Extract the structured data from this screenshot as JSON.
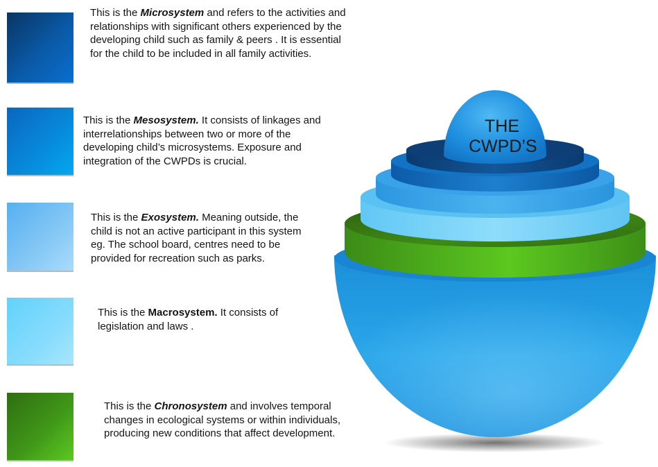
{
  "blocks": [
    {
      "id": "micro",
      "color": "#0a4f95",
      "prefix": "This is the ",
      "term": "Microsystem",
      "body": " and refers to the activities and relationships with significant others experienced by the developing child such as family & peers . It is essential for the child to be included in all family activities."
    },
    {
      "id": "meso",
      "color": "#0a86d6",
      "prefix": "This is the ",
      "term": "Mesosystem.",
      "body": "  It consists of linkages and interrelationships between two or more of the developing child’s microsystems.  Exposure and integration of the CWPDs is crucial."
    },
    {
      "id": "exo",
      "color": "#7fc3f4",
      "prefix": "This is the ",
      "term": "Exosystem.",
      "body": " Meaning outside, the child is not an active participant in this system eg. The school board, centres need to be provided for recreation such as parks."
    },
    {
      "id": "macro",
      "color": "#86dcfc",
      "prefix": "This is the ",
      "term": "Macrosystem.",
      "body": " It consists of legislation and laws ."
    },
    {
      "id": "chrono",
      "color": "#43a01a",
      "prefix": "This is the ",
      "term": "Chronosystem",
      "body": " and involves temporal changes in ecological systems or within individuals, producing new conditions that affect development."
    }
  ],
  "diagram": {
    "cap_line1": "THE",
    "cap_line2": "CWPD’S"
  }
}
